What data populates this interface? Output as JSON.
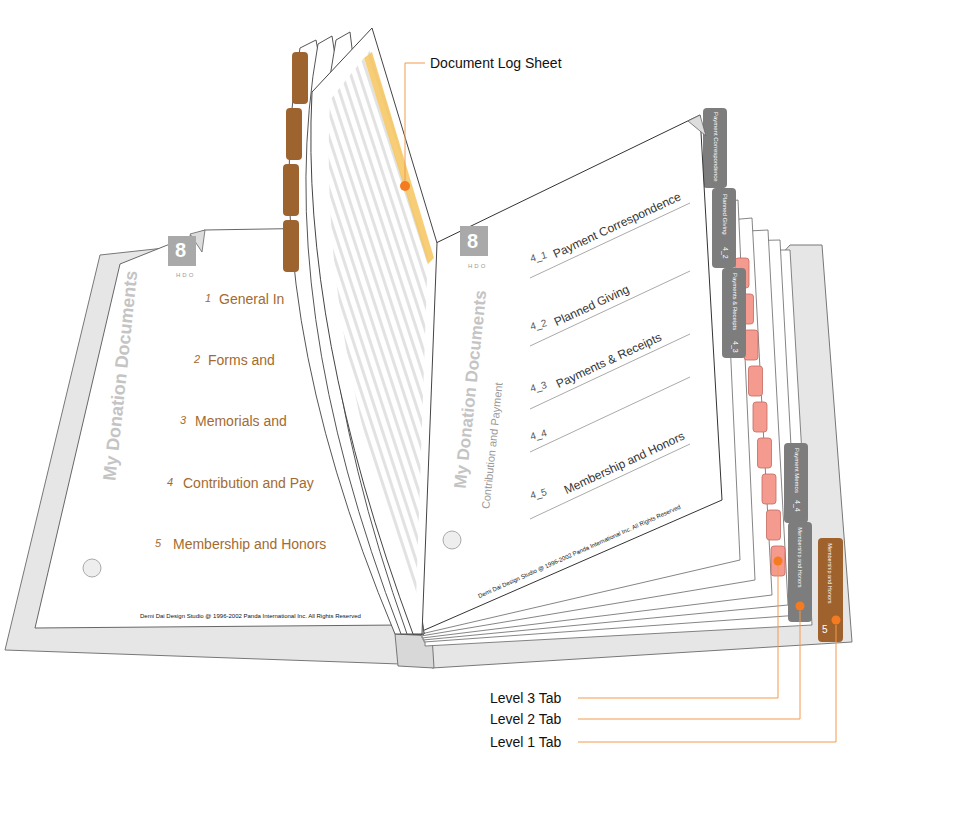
{
  "diagram": {
    "labels": [
      "Document Log Sheet",
      "1",
      "General In",
      "2",
      "Forms and",
      "3",
      "Memorials and",
      "4",
      "Contribution and Pay",
      "5",
      "Membership and Honors",
      "My Donation Documents",
      "8",
      "HDO",
      "Demi Dai Design Studio @ 1996-2002 Panda International Inc. All Rights Reserved",
      "8",
      "HDO",
      "My Donation Documents",
      "Contribution and Payment",
      "4_1",
      "Payment Correspondence",
      "4_2",
      "Planned Giving",
      "4_3",
      "Payments & Receipts",
      "4_4",
      "4_5",
      "Membership and Honors",
      "Demi Dai Design Studio @ 1996-2002 Panda International Inc. All Rights Reserved",
      "Payment Correspondence",
      "Planned Giving",
      "4_2",
      "Payments & Receipts",
      "4_3",
      "Payment Memos",
      "4_4",
      "Membership and Honors",
      "Membership and Honors",
      "5",
      "Level 3 Tab",
      "Level 2 Tab",
      "Level 1 Tab"
    ]
  }
}
